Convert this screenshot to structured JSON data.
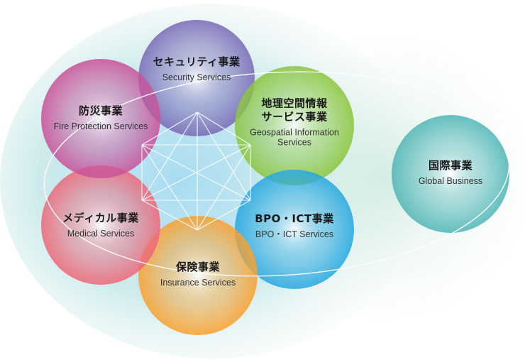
{
  "circles": [
    {
      "id": "security",
      "jp": "セキュリティ事業",
      "en": "Security Services",
      "color": "#7a6cb8"
    },
    {
      "id": "geospatial",
      "jp": "地理空間情報\nサービス事業",
      "en": "Geospatial Information\nServices",
      "color": "#8cc63f"
    },
    {
      "id": "bpo",
      "jp": "BPO・ICT事業",
      "en": "BPO・ICT Services",
      "color": "#29a9e1"
    },
    {
      "id": "insurance",
      "jp": "保険事業",
      "en": "Insurance Services",
      "color": "#f7a233"
    },
    {
      "id": "medical",
      "jp": "メディカル事業",
      "en": "Medical Services",
      "color": "#ec6a7b"
    },
    {
      "id": "fire",
      "jp": "防災事業",
      "en": "Fire Protection Services",
      "color": "#c8549a"
    }
  ],
  "global": {
    "jp": "国際事業",
    "en": "Global Business",
    "color": "#52b7b7"
  }
}
